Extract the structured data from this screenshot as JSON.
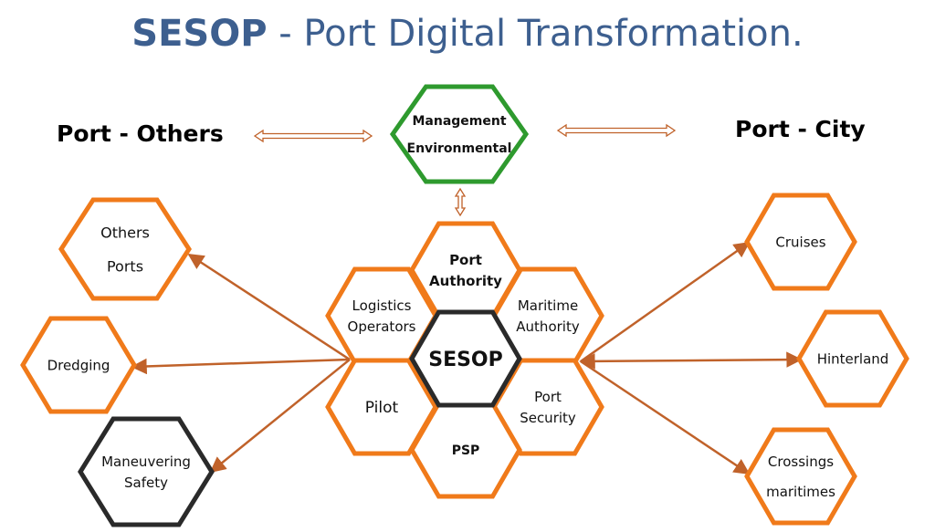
{
  "title": {
    "bold": "SESOP",
    "rest": " - Port Digital Transformation."
  },
  "side_titles": {
    "left": "Port - Others",
    "right": "Port - City"
  },
  "colors": {
    "orange": "#f07a1a",
    "green": "#2e9a2e",
    "dark": "#2a2a2a",
    "arrow": "#c0622a",
    "title": "#3d5f8f"
  },
  "nodes": {
    "management": {
      "lines": [
        "Management",
        "Environmental"
      ]
    },
    "port_authority": {
      "lines": [
        "Port",
        "Authority"
      ]
    },
    "logistics": {
      "lines": [
        "Logistics",
        "Operators"
      ]
    },
    "maritime": {
      "lines": [
        "Maritime",
        "Authority"
      ]
    },
    "sesop": {
      "lines": [
        "SESOP"
      ]
    },
    "pilot": {
      "lines": [
        "Pilot"
      ]
    },
    "port_security": {
      "lines": [
        "Port",
        "Security"
      ]
    },
    "psp": {
      "lines": [
        "PSP"
      ]
    },
    "others_ports": {
      "lines": [
        "Others",
        "Ports"
      ]
    },
    "dredging": {
      "lines": [
        "Dredging"
      ]
    },
    "maneuvering": {
      "lines": [
        "Maneuvering",
        "Safety"
      ]
    },
    "cruises": {
      "lines": [
        "Cruises"
      ]
    },
    "hinterland": {
      "lines": [
        "Hinterland"
      ]
    },
    "crossings": {
      "lines": [
        "Crossings",
        "maritimes"
      ]
    }
  }
}
